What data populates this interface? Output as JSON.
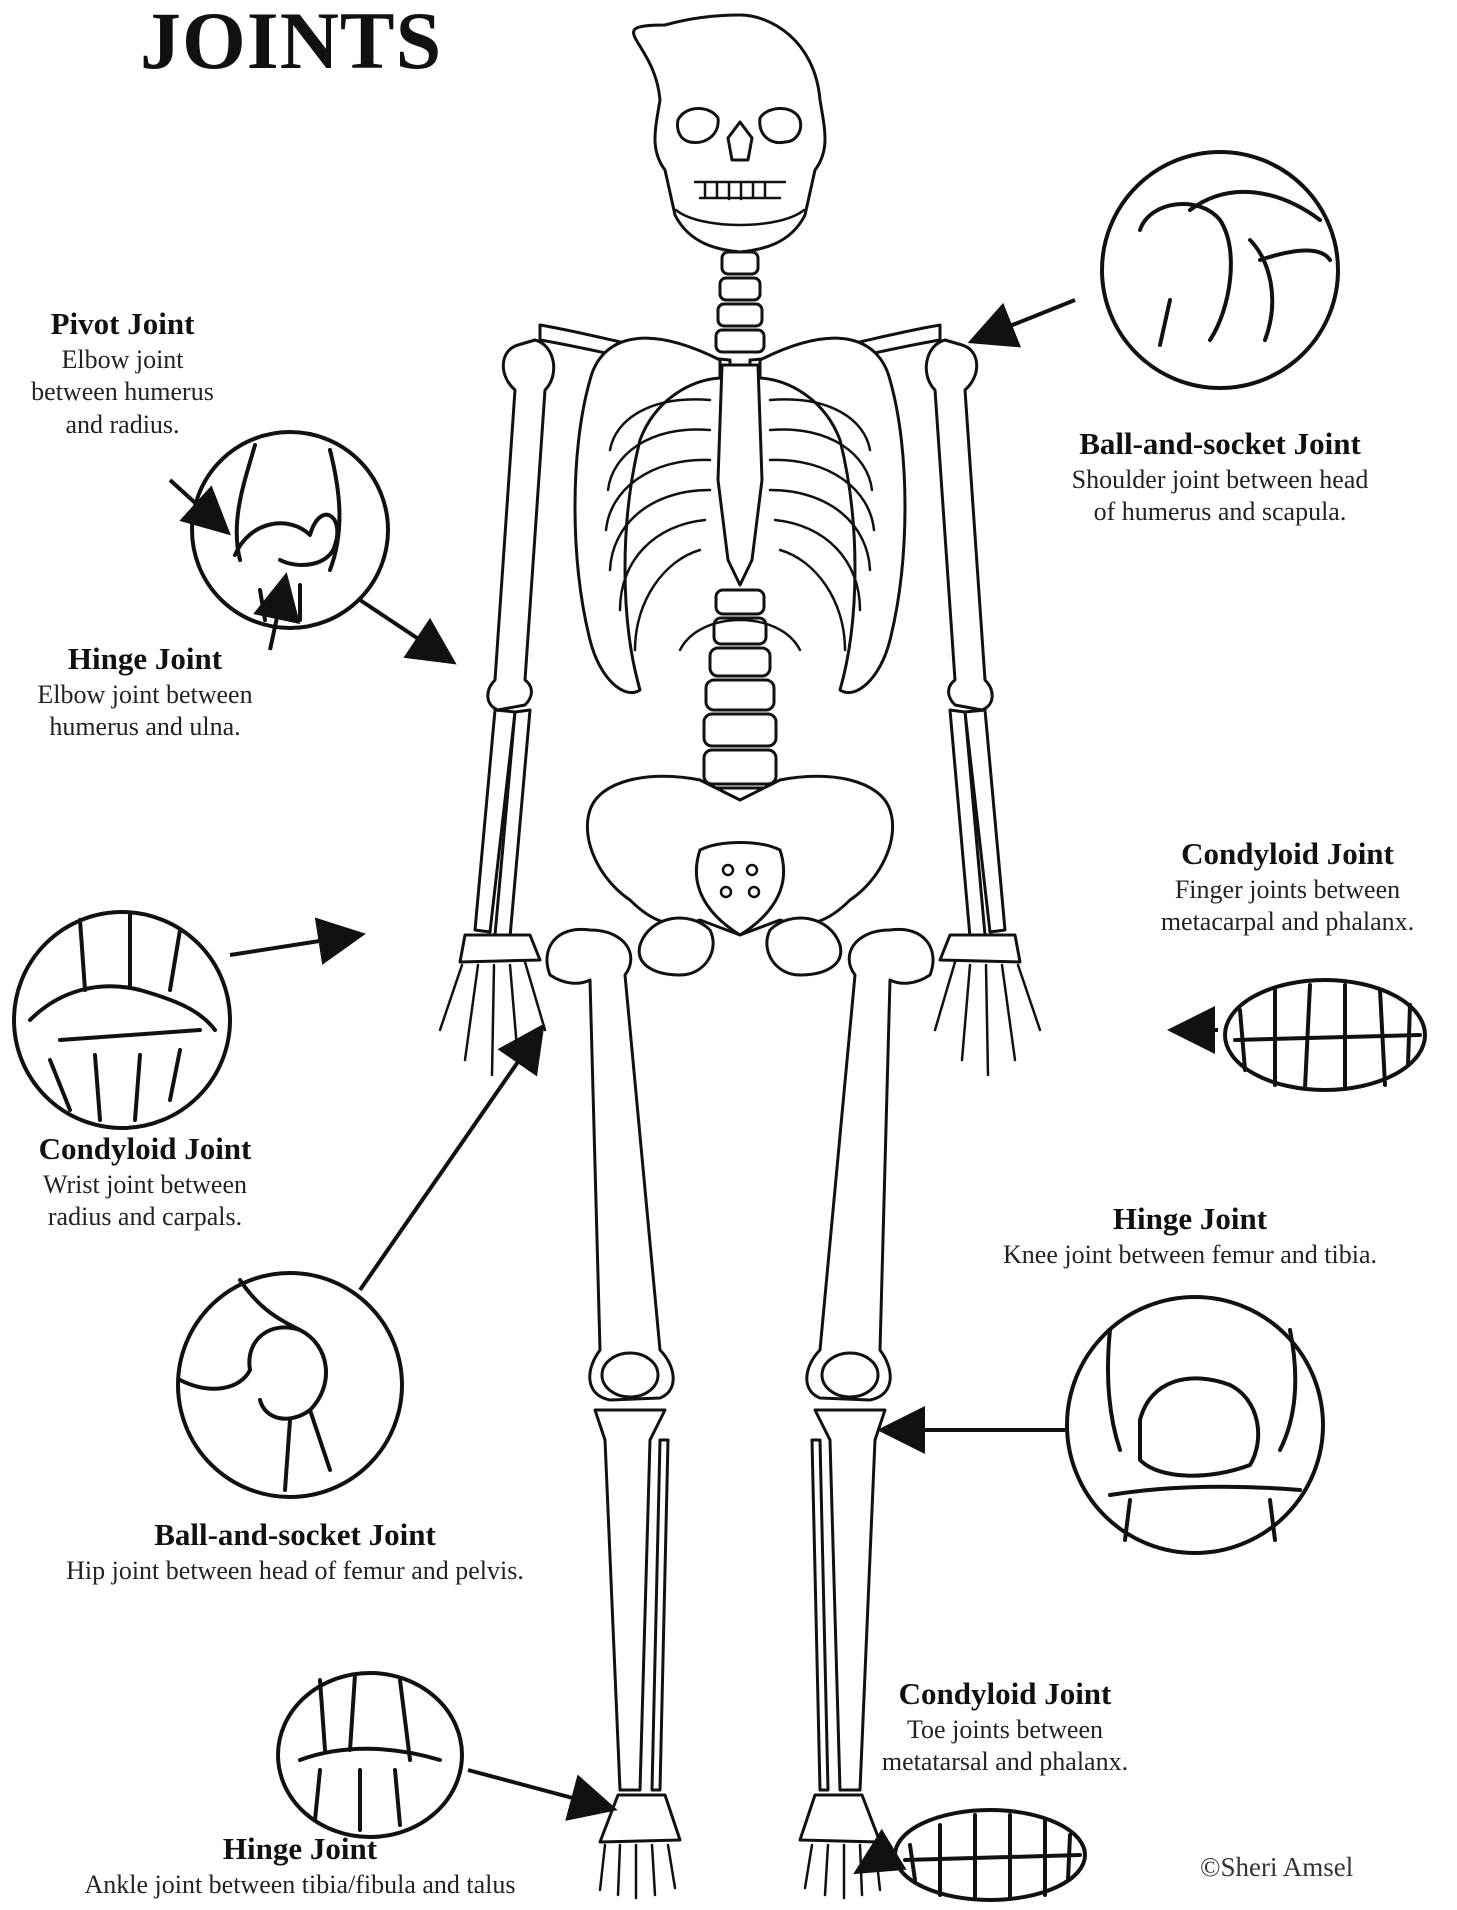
{
  "title": "JOINTS",
  "credit": "©Sheri Amsel",
  "labels": {
    "pivot": {
      "title": "Pivot Joint",
      "line1": "Elbow joint",
      "line2": "between humerus",
      "line3": "and radius."
    },
    "shoulder": {
      "title": "Ball-and-socket Joint",
      "line1": "Shoulder joint between head",
      "line2": "of humerus and scapula."
    },
    "hinge_elbow": {
      "title": "Hinge Joint",
      "line1": "Elbow joint between",
      "line2": "humerus and ulna."
    },
    "finger": {
      "title": "Condyloid Joint",
      "line1": "Finger joints between",
      "line2": "metacarpal and phalanx."
    },
    "wrist": {
      "title": "Condyloid Joint",
      "line1": "Wrist joint between",
      "line2": "radius and carpals."
    },
    "knee": {
      "title": "Hinge Joint",
      "line1": "Knee joint between femur and tibia."
    },
    "hip": {
      "title": "Ball-and-socket Joint",
      "line1": "Hip joint between head of femur and pelvis."
    },
    "toe": {
      "title": "Condyloid Joint",
      "line1": "Toe joints between",
      "line2": "metatarsal and phalanx."
    },
    "ankle": {
      "title": "Hinge Joint",
      "line1": "Ankle joint between tibia/fibula and talus"
    }
  }
}
